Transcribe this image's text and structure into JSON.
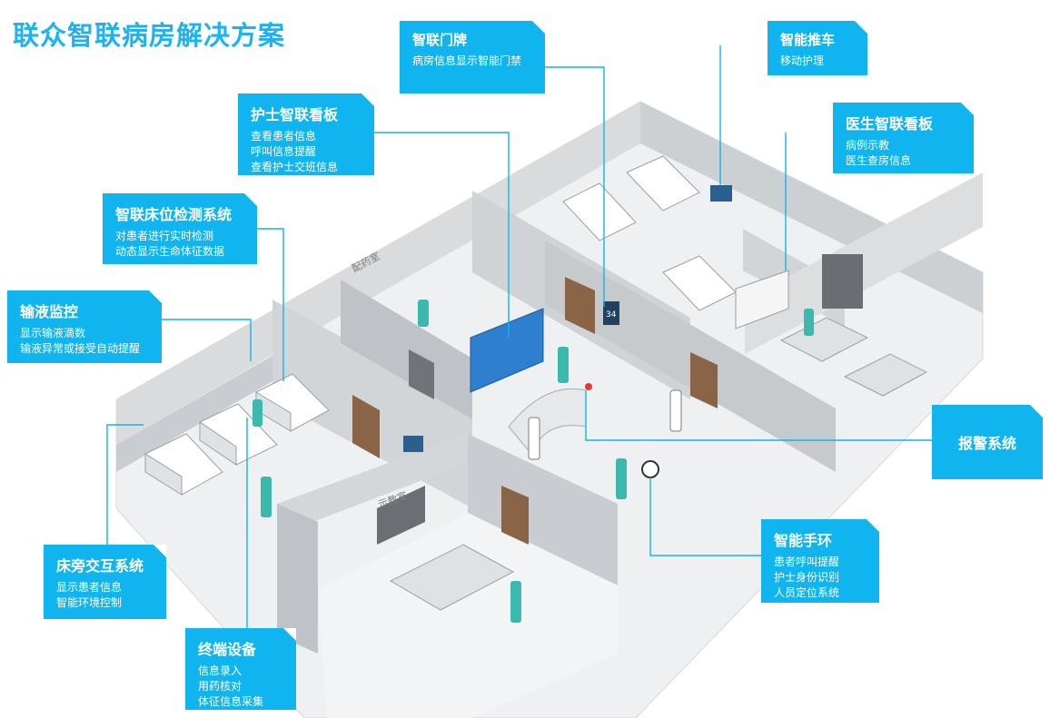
{
  "title": "联众智联病房解决方案",
  "callouts": [
    {
      "id": "door-sign",
      "title": "智联门牌",
      "lines": [
        "病房信息显示智能门禁"
      ]
    },
    {
      "id": "smart-cart",
      "title": "智能推车",
      "lines": [
        "移动护理"
      ]
    },
    {
      "id": "nurse-board",
      "title": "护士智联看板",
      "lines": [
        "查看患者信息",
        "呼叫信息提醒",
        "查看护士交班信息"
      ]
    },
    {
      "id": "doctor-board",
      "title": "医生智联看板",
      "lines": [
        "病例示教",
        "医生查房信息"
      ]
    },
    {
      "id": "bed-monitor",
      "title": "智联床位检测系统",
      "lines": [
        "对患者进行实时检测",
        "动态显示生命体征数据"
      ]
    },
    {
      "id": "infusion",
      "title": "输液监控",
      "lines": [
        "显示输液滴数",
        "输液异常或接受自动提醒"
      ]
    },
    {
      "id": "alarm",
      "title": "报警系统",
      "lines": []
    },
    {
      "id": "smart-band",
      "title": "智能手环",
      "lines": [
        "患者呼叫提醒",
        "护士身份识别",
        "人员定位系统"
      ]
    },
    {
      "id": "bedside",
      "title": "床旁交互系统",
      "lines": [
        "显示患者信息",
        "智能环境控制"
      ]
    },
    {
      "id": "terminal",
      "title": "终端设备",
      "lines": [
        "信息录入",
        "用药核对",
        "体征信息采集"
      ]
    }
  ],
  "room_labels": {
    "dispensary": "配药室",
    "teaching": "示教室"
  },
  "door_display_number": "34",
  "colors": {
    "accent": "#10b4ee",
    "title": "#1cb3f0",
    "wall": "#d9dbdd",
    "wall_side": "#bcc0c4",
    "floor": "#eef0f2",
    "door": "#8a6446",
    "screen": "#2e7fd0",
    "nurse": "#3bb9ae",
    "alarm": "#e8382f"
  }
}
